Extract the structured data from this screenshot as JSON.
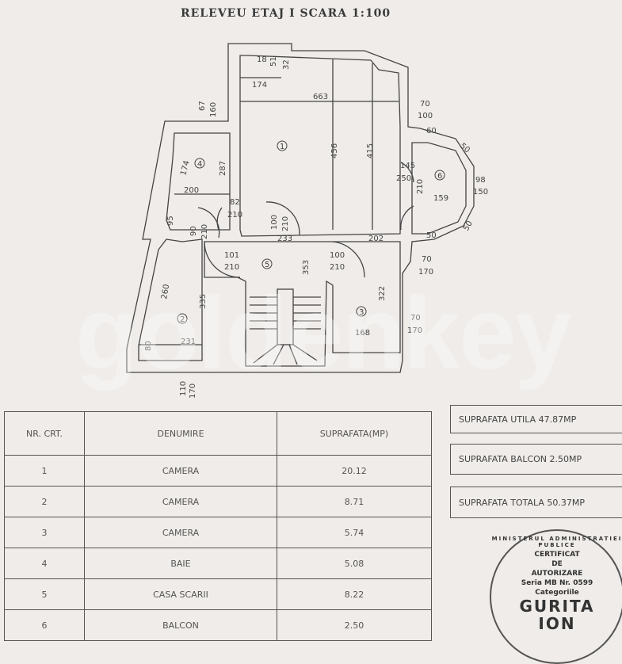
{
  "title": "RELEVEU ETAJ I SCARA 1:100",
  "watermark": "goldenkey",
  "plan": {
    "room_numbers": [
      "1",
      "2",
      "3",
      "4",
      "5",
      "6"
    ],
    "dimensions": [
      "18",
      "51",
      "32",
      "174",
      "663",
      "70",
      "100",
      "60",
      "50",
      "456",
      "415",
      "145",
      "250",
      "210",
      "98",
      "150",
      "159",
      "50",
      "50",
      "67",
      "160",
      "174",
      "287",
      "200",
      "82",
      "210",
      "95",
      "90",
      "210",
      "100",
      "210",
      "233",
      "202",
      "101",
      "210",
      "100",
      "210",
      "353",
      "70",
      "170",
      "260",
      "335",
      "322",
      "168",
      "70",
      "170",
      "231",
      "80",
      "110",
      "170"
    ]
  },
  "table": {
    "headers": [
      "NR. CRT.",
      "DENUMIRE",
      "SUPRAFATA(MP)"
    ],
    "rows": [
      {
        "nr": "1",
        "name": "CAMERA",
        "area": "20.12"
      },
      {
        "nr": "2",
        "name": "CAMERA",
        "area": "8.71"
      },
      {
        "nr": "3",
        "name": "CAMERA",
        "area": "5.74"
      },
      {
        "nr": "4",
        "name": "BAIE",
        "area": "5.08"
      },
      {
        "nr": "5",
        "name": "CASA SCARII",
        "area": "8.22"
      },
      {
        "nr": "6",
        "name": "BALCON",
        "area": "2.50"
      }
    ]
  },
  "summary": {
    "utila": "SUPRAFATA UTILA 47.87MP",
    "balcon": "SUPRAFATA BALCON 2.50MP",
    "totala": "SUPRAFATA TOTALA 50.37MP"
  },
  "stamp": {
    "ring": "MINISTERUL ADMINISTRATIEI PUBLICE",
    "lines": [
      "CERTIFICAT",
      "DE",
      "AUTORIZARE",
      "Seria MB Nr. 0599",
      "Categoriile"
    ],
    "name1": "GURITA",
    "name2": "ION"
  }
}
